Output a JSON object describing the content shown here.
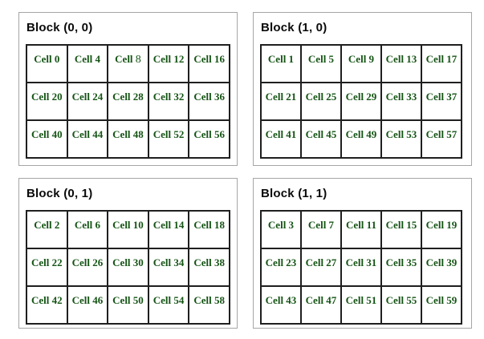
{
  "page": {
    "background": "#ffffff"
  },
  "colors": {
    "block_border": "#a6a6a6",
    "cell_border": "#1f1f1f",
    "title_text": "#0a0a0a",
    "cell_text": "#155415"
  },
  "special_cell_label": "Cell 8",
  "blocks": [
    {
      "id": "0-0",
      "title": "Block (0, 0)",
      "rows": [
        [
          "Cell 0",
          "Cell 4",
          "Cell 8",
          "Cell 12",
          "Cell 16"
        ],
        [
          "Cell 20",
          "Cell 24",
          "Cell 28",
          "Cell 32",
          "Cell 36"
        ],
        [
          "Cell 40",
          "Cell 44",
          "Cell 48",
          "Cell 52",
          "Cell 56"
        ]
      ]
    },
    {
      "id": "1-0",
      "title": "Block (1, 0)",
      "rows": [
        [
          "Cell 1",
          "Cell 5",
          "Cell 9",
          "Cell 13",
          "Cell 17"
        ],
        [
          "Cell 21",
          "Cell 25",
          "Cell 29",
          "Cell 33",
          "Cell 37"
        ],
        [
          "Cell 41",
          "Cell 45",
          "Cell 49",
          "Cell 53",
          "Cell 57"
        ]
      ]
    },
    {
      "id": "0-1",
      "title": "Block (0, 1)",
      "rows": [
        [
          "Cell 2",
          "Cell 6",
          "Cell 10",
          "Cell 14",
          "Cell 18"
        ],
        [
          "Cell 22",
          "Cell 26",
          "Cell 30",
          "Cell 34",
          "Cell 38"
        ],
        [
          "Cell 42",
          "Cell 46",
          "Cell 50",
          "Cell 54",
          "Cell 58"
        ]
      ]
    },
    {
      "id": "1-1",
      "title": "Block (1, 1)",
      "rows": [
        [
          "Cell 3",
          "Cell 7",
          "Cell 11",
          "Cell 15",
          "Cell 19"
        ],
        [
          "Cell 23",
          "Cell 27",
          "Cell 31",
          "Cell 35",
          "Cell 39"
        ],
        [
          "Cell 43",
          "Cell 47",
          "Cell 51",
          "Cell 55",
          "Cell 59"
        ]
      ]
    }
  ]
}
